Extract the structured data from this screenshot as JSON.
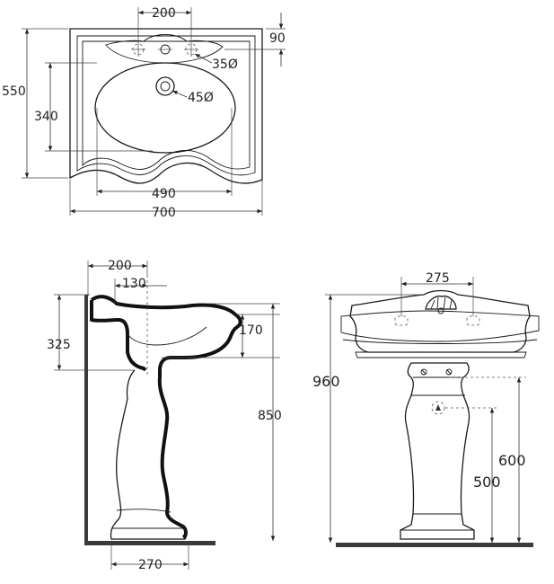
{
  "top_view": {
    "width_700": "700",
    "depth_550": "550",
    "tap_spacing_200": "200",
    "rim_offset_90": "90",
    "tap_hole_diameter": "35Ø",
    "waste_hole_diameter": "45Ø",
    "bowl_width_490": "490",
    "bowl_depth_340": "340"
  },
  "side_view": {
    "projection_200": "200",
    "projection_130": "130",
    "basin_height_325": "325",
    "bowl_depth_170": "170",
    "rim_height_850": "850",
    "pedestal_base_270": "270"
  },
  "front_view": {
    "tap_spacing_275": "275",
    "overall_height_960": "960",
    "fixing_height_600": "600",
    "waste_height_500": "500"
  }
}
